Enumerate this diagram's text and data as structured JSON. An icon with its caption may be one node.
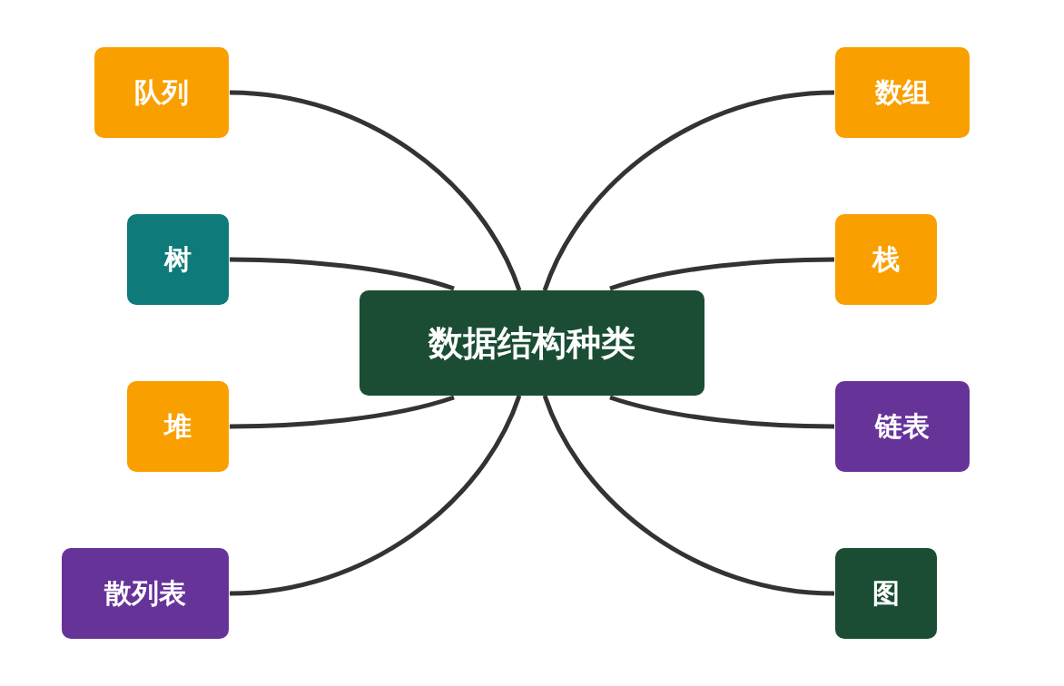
{
  "diagram": {
    "nodes": [
      {
        "text": [
          "数据结构种类"
        ]
      },
      {
        "text": [
          "队列"
        ]
      },
      {
        "text": [
          "树"
        ]
      },
      {
        "text": [
          "堆"
        ]
      },
      {
        "text": [
          "散列表"
        ]
      },
      {
        "text": [
          "数组"
        ]
      },
      {
        "text": [
          "栈"
        ]
      },
      {
        "text": [
          "链表"
        ]
      },
      {
        "text": [
          "图"
        ]
      }
    ],
    "edges": [
      {
        "from": 0,
        "to": 1,
        "arrow": "none"
      },
      {
        "from": 0,
        "to": 2,
        "arrow": "none"
      },
      {
        "from": 0,
        "to": 3,
        "arrow": "none"
      },
      {
        "from": 0,
        "to": 4,
        "arrow": "none"
      },
      {
        "from": 0,
        "to": 5,
        "arrow": "none"
      },
      {
        "from": 0,
        "to": 6,
        "arrow": "none"
      },
      {
        "from": 0,
        "to": 7,
        "arrow": "none"
      },
      {
        "from": 0,
        "to": 8,
        "arrow": "none"
      }
    ]
  }
}
